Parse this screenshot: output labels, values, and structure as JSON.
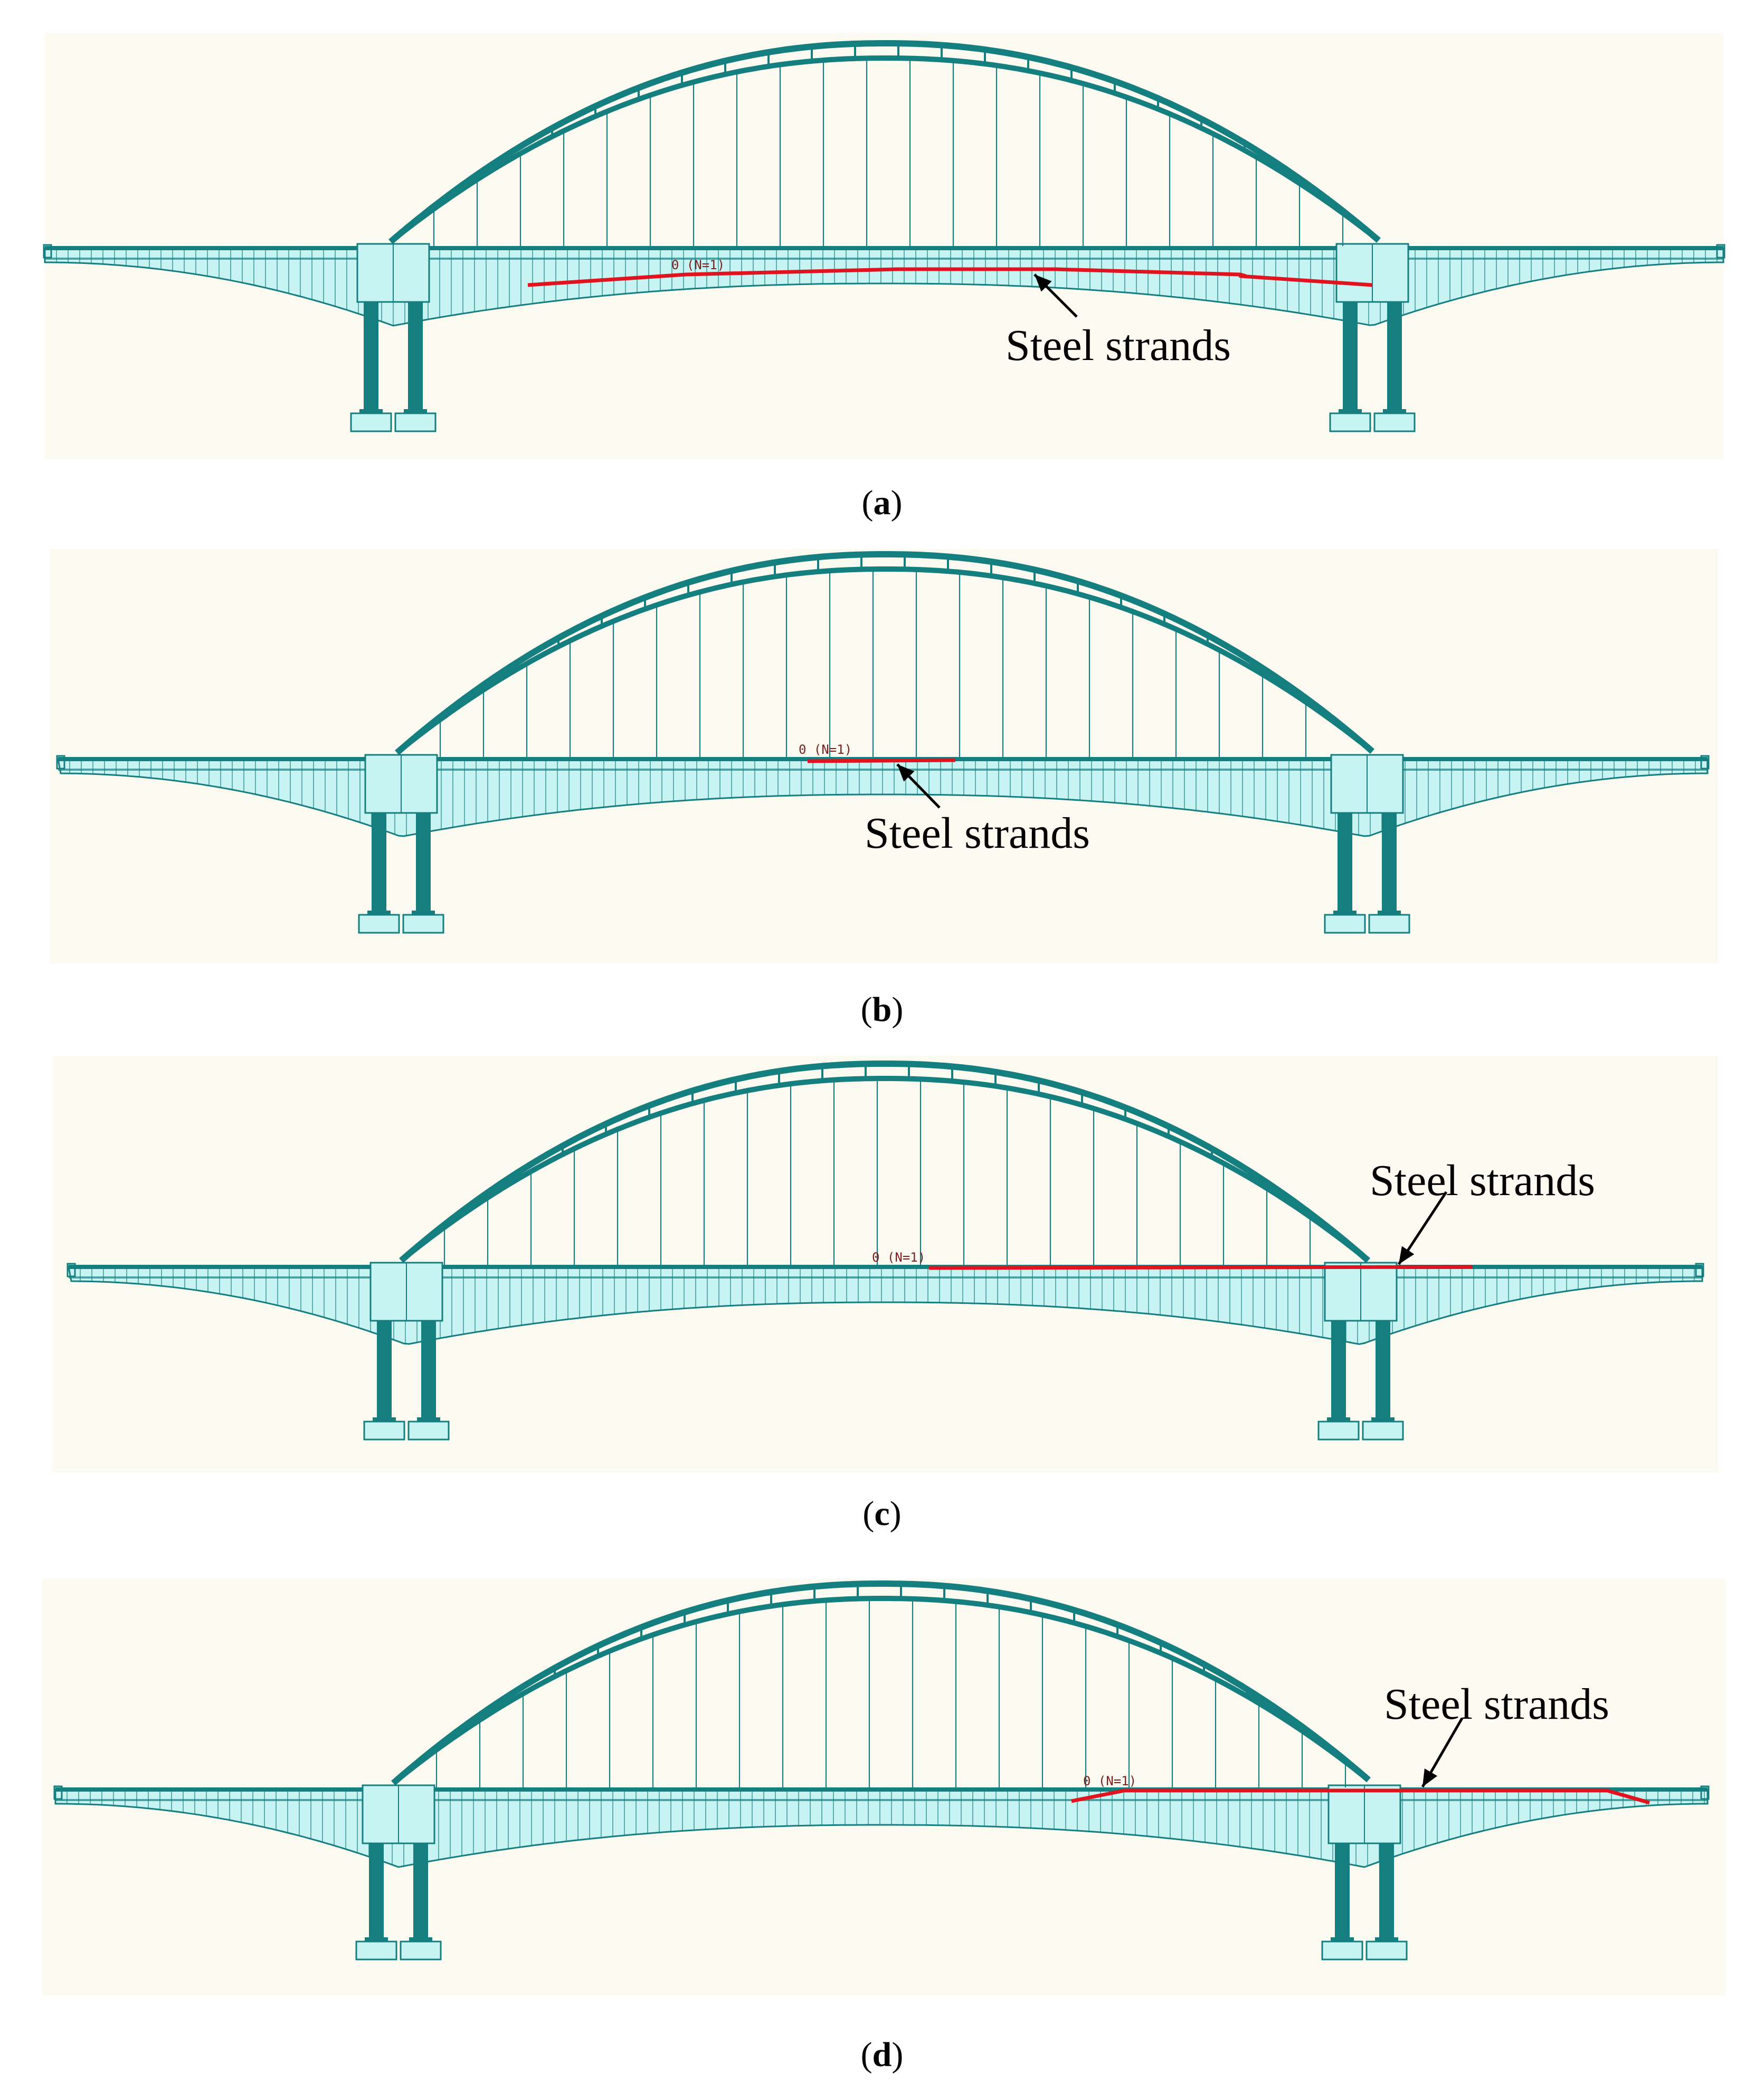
{
  "figure": {
    "panels": [
      {
        "id": "a",
        "caption_letter": "a",
        "callout": "Steel strands",
        "tendon_label": "0 (N=1)"
      },
      {
        "id": "b",
        "caption_letter": "b",
        "callout": "Steel strands",
        "tendon_label": "0 (N=1)"
      },
      {
        "id": "c",
        "caption_letter": "c",
        "callout": "Steel strands",
        "tendon_label": "0 (N=1)"
      },
      {
        "id": "d",
        "caption_letter": "d",
        "callout": "Steel strands",
        "tendon_label": "0 (N=1)"
      }
    ]
  },
  "colors": {
    "background": "#fdfbf1",
    "girder_fill": "#c8f3f3",
    "structure": "#157f7f",
    "tendon": "#e0141e",
    "label": "#7a1e1e"
  }
}
